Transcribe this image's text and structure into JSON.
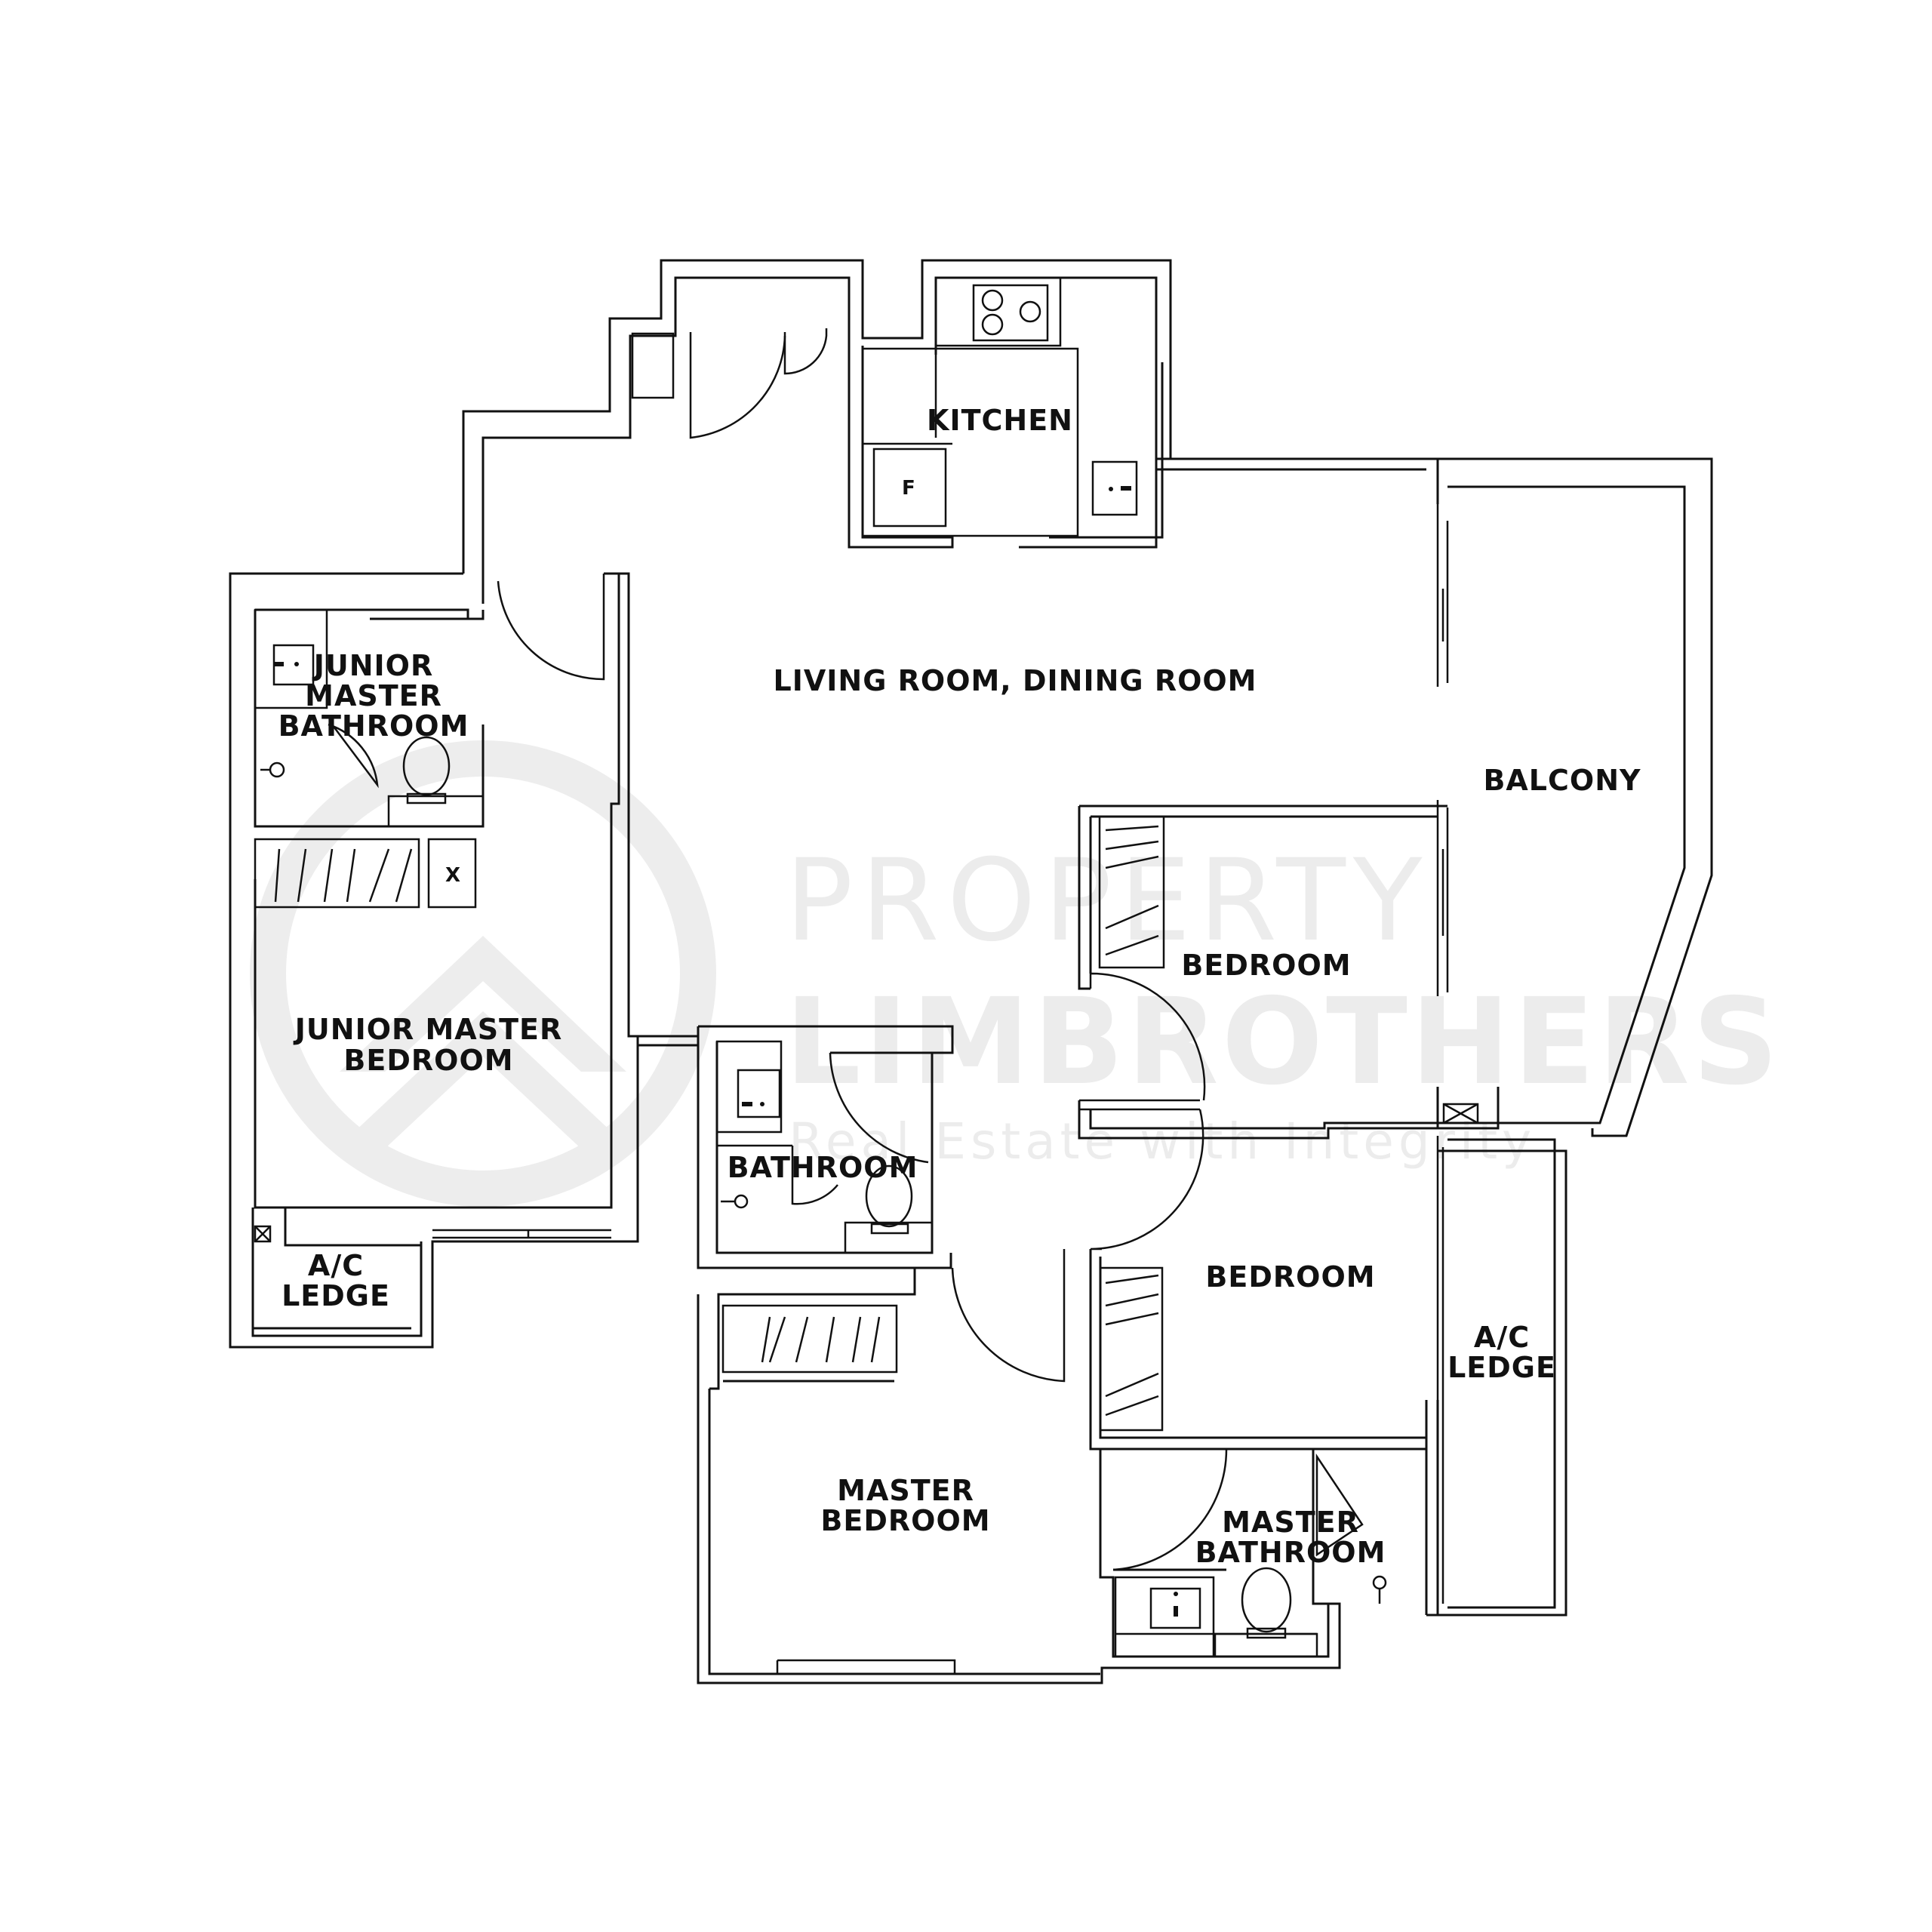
{
  "watermark": {
    "line1": "PROPERTY",
    "line2": "LIMBROTHERS",
    "tagline": "Real Estate with Integrity"
  },
  "rooms": {
    "kitchen": "KITCHEN",
    "living": "LIVING ROOM, DINING ROOM",
    "balcony": "BALCONY",
    "jm_bath": [
      "JUNIOR",
      "MASTER",
      "BATHROOM"
    ],
    "jm_bed": [
      "JUNIOR MASTER",
      "BEDROOM"
    ],
    "ac_left": [
      "A/C",
      "LEDGE"
    ],
    "bedroom1": "BEDROOM",
    "bathroom": "BATHROOM",
    "bedroom2": "BEDROOM",
    "ac_right": [
      "A/C",
      "LEDGE"
    ],
    "master_bed": [
      "MASTER",
      "BEDROOM"
    ],
    "master_bath": [
      "MASTER",
      "BATHROOM"
    ]
  },
  "fixtures": {
    "fridge": "F",
    "cabinet": "X"
  },
  "colors": {
    "line": "#111111",
    "watermark": "#ececec",
    "background": "#ffffff"
  }
}
